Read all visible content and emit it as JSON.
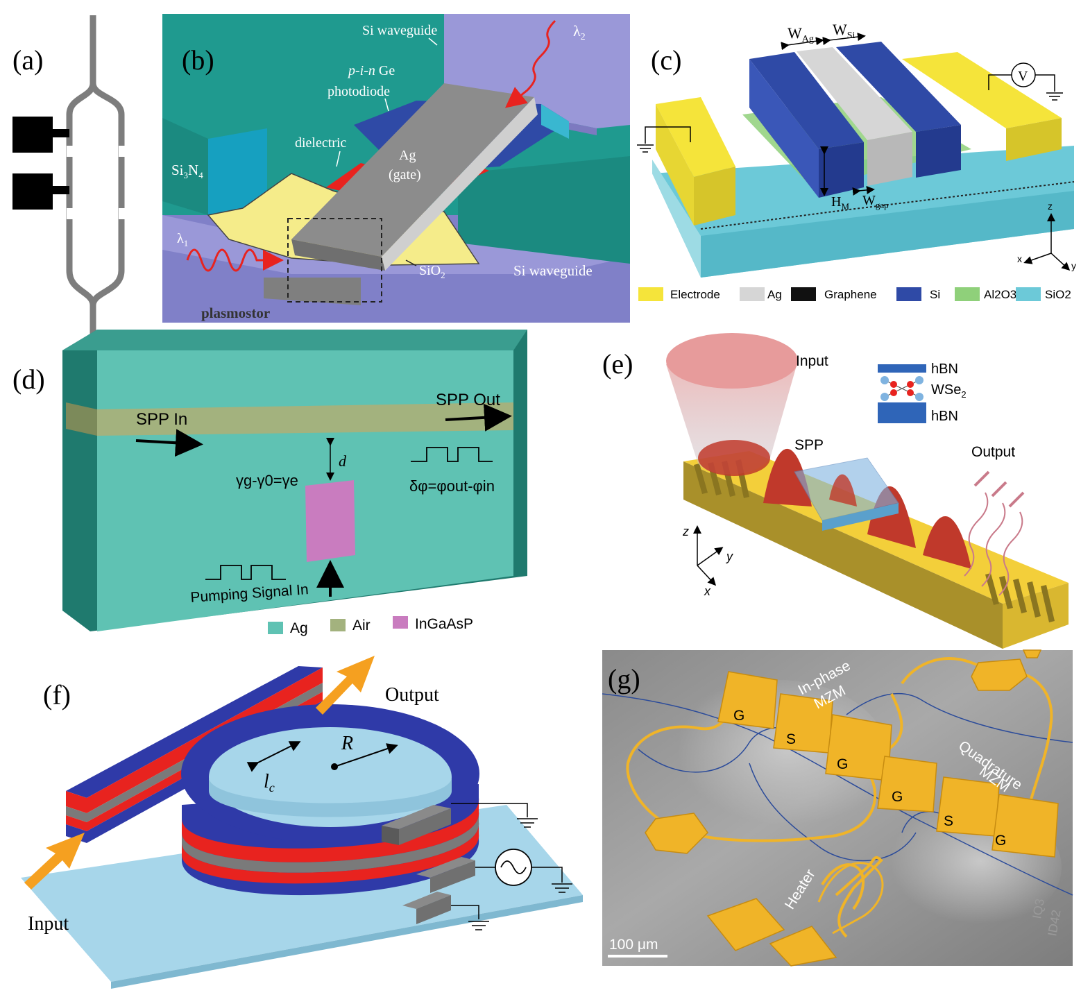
{
  "panels": {
    "a": {
      "label": "(a)"
    },
    "b": {
      "label": "(b)",
      "si_waveguide_top": "Si waveguide",
      "lambda2": "λ",
      "lambda2_sub": "2",
      "pin_ge_1": "p-i-n",
      "pin_ge_2": " Ge",
      "photodiode": "photodiode",
      "dielectric": "dielectric",
      "ag_gate_1": "Ag",
      "ag_gate_2": "(gate)",
      "si3n4_1": "Si",
      "si3n4_sub1": "3",
      "si3n4_2": "N",
      "si3n4_sub2": "4",
      "lambda1": "λ",
      "lambda1_sub": "1",
      "sio2": "SiO",
      "sio2_sub": "2",
      "si_waveguide_bottom": "Si waveguide",
      "plasmostor": "plasmostor"
    },
    "c": {
      "label": "(c)",
      "w_ag": "W",
      "w_ag_sub": "Ag",
      "w_si": "W",
      "w_si_sub": "Si",
      "voltmeter": "V",
      "h_m": "H",
      "h_m_sub": "M",
      "w_gap": "W",
      "w_gap_sub": "gap",
      "axis_z": "z",
      "axis_x": "x",
      "axis_y": "y",
      "legend": [
        {
          "label": "Electrode",
          "color": "#f5e43a"
        },
        {
          "label": "Ag",
          "color": "#d6d6d6"
        },
        {
          "label": "Graphene",
          "color": "#111111"
        },
        {
          "label": "Si",
          "color": "#2f4aa6"
        },
        {
          "label": "Al2O3",
          "color": "#8fd07a"
        },
        {
          "label": "SiO2",
          "color": "#6cc9d8"
        }
      ]
    },
    "d": {
      "label": "(d)",
      "spp_in": "SPP In",
      "spp_out": "SPP Out",
      "d_label": "d",
      "gamma_eq": "γg-γ0=γe",
      "phi_eq": "δφ=φout-φin",
      "pumping": "Pumping Signal In",
      "legend": [
        {
          "label": "Ag",
          "color": "#5fc2b3"
        },
        {
          "label": "Air",
          "color": "#a3b27e"
        },
        {
          "label": "InGaAsP",
          "color": "#c97cbf"
        }
      ]
    },
    "e": {
      "label": "(e)",
      "input": "Input",
      "hbn_top": "hBN",
      "wse2": "WSe",
      "wse2_sub": "2",
      "hbn_bottom": "hBN",
      "spp": "SPP",
      "output": "Output",
      "axis_z": "z",
      "axis_y": "y",
      "axis_x": "x"
    },
    "f": {
      "label": "(f)",
      "output": "Output",
      "input": "Input",
      "r_label": "R",
      "lc_label": "l",
      "lc_sub": "c"
    },
    "g": {
      "label": "(g)",
      "in_phase_1": "In-phase",
      "in_phase_2": "MZM",
      "quadrature_1": "Quadrature",
      "quadrature_2": "MZM",
      "heater": "Heater",
      "pad_g": "G",
      "pad_s": "S",
      "scale": "100 μm",
      "watermark_1": "IQ3",
      "watermark_2": "ID42"
    }
  }
}
